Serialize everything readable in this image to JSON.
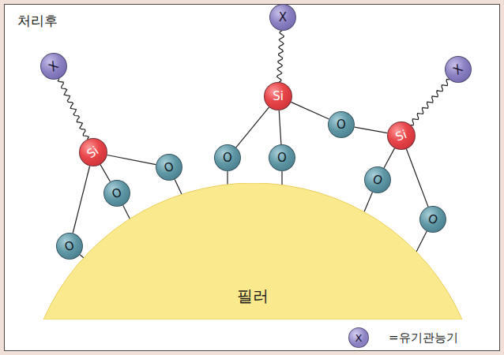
{
  "diagram": {
    "title": "처리후",
    "nodes": [
      {
        "text": [
          "X"
        ]
      },
      {
        "text": [
          "X"
        ]
      },
      {
        "text": [
          "X"
        ]
      },
      {
        "text": [
          "Si"
        ]
      },
      {
        "text": [
          "O"
        ]
      },
      {
        "text": [
          "Si"
        ]
      },
      {
        "text": [
          "Si"
        ]
      },
      {
        "text": [
          "O"
        ]
      },
      {
        "text": [
          "O"
        ]
      },
      {
        "text": [
          "O"
        ]
      },
      {
        "text": [
          "O"
        ]
      },
      {
        "text": [
          "O"
        ]
      },
      {
        "text": [
          "O"
        ]
      },
      {
        "text": [
          "O"
        ]
      },
      {
        "text": [
          "필러"
        ]
      }
    ],
    "edges": [
      {
        "from": 6,
        "to": 1,
        "arrow": "none"
      },
      {
        "from": 3,
        "to": 0,
        "arrow": "none"
      },
      {
        "from": 5,
        "to": 2,
        "arrow": "none"
      },
      {
        "from": 6,
        "to": 13,
        "arrow": "none"
      },
      {
        "from": 6,
        "to": 11,
        "arrow": "none"
      },
      {
        "from": 6,
        "to": 9,
        "arrow": "none"
      },
      {
        "from": 3,
        "to": 7,
        "arrow": "none"
      },
      {
        "from": 3,
        "to": 8,
        "arrow": "none"
      },
      {
        "from": 3,
        "to": 4,
        "arrow": "none"
      },
      {
        "from": 4,
        "to": 5,
        "arrow": "none"
      },
      {
        "from": 5,
        "to": 10,
        "arrow": "none"
      },
      {
        "from": 5,
        "to": 12,
        "arrow": "none"
      },
      {
        "from": 13,
        "to": 14,
        "arrow": "none"
      },
      {
        "from": 11,
        "to": 14,
        "arrow": "none"
      },
      {
        "from": 9,
        "to": 14,
        "arrow": "none"
      },
      {
        "from": 7,
        "to": 14,
        "arrow": "none"
      },
      {
        "from": 8,
        "to": 14,
        "arrow": "none"
      },
      {
        "from": 10,
        "to": 14,
        "arrow": "none"
      },
      {
        "from": 12,
        "to": 14,
        "arrow": "none"
      }
    ],
    "labels": [
      "X"
    ],
    "legend": [
      {
        "text": "=유기관능기",
        "color": "#8a80c2"
      }
    ]
  }
}
